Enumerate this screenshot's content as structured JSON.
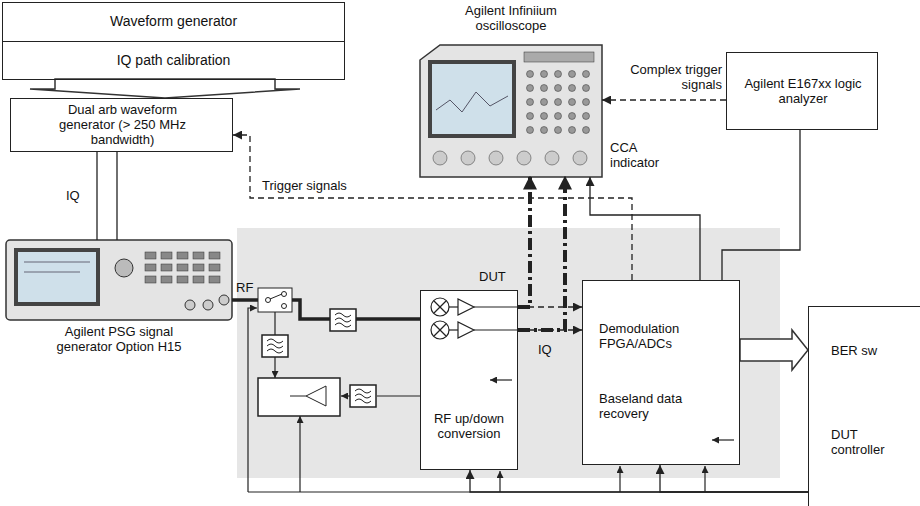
{
  "diagram": {
    "nodes": [
      {
        "text": [
          "Waveform generator"
        ]
      },
      {
        "text": [
          "IQ path calibration"
        ],
        "in": 0
      },
      {
        "text": [
          "Dual arb waveform generator (> 250 MHz bandwidth)"
        ]
      },
      {
        "text": [
          "Agilent PSG signal generator Option H15"
        ]
      },
      {
        "text": [
          "Agilent Infiniium oscilloscope"
        ]
      },
      {
        "text": [
          "Agilent E167xx logic analyzer"
        ]
      },
      {
        "text": [
          "DUT",
          "RF up/down conversion"
        ]
      },
      {
        "text": [
          "Demodulation FPGA/ADCs",
          "Baseland data recovery"
        ]
      },
      {
        "text": [
          "BER sw",
          "DUT controller"
        ]
      }
    ],
    "edges": [
      {
        "from": 1,
        "to": 2,
        "arrow": "to"
      },
      {
        "from": 2,
        "to": 3,
        "label": "IQ",
        "arrow": "none"
      },
      {
        "from": 7,
        "to": 2,
        "label": "Trigger signals",
        "arrow": "to"
      },
      {
        "from": 5,
        "to": 4,
        "label": "Complex trigger signals",
        "arrow": "to"
      },
      {
        "from": 7,
        "to": 4,
        "label": "CCA indicator",
        "arrow": "to"
      },
      {
        "from": 6,
        "to": 4,
        "arrow": "to"
      },
      {
        "from": 6,
        "to": 4,
        "arrow": "to"
      },
      {
        "from": 6,
        "to": 7,
        "label": "IQ",
        "arrow": "to"
      },
      {
        "from": 6,
        "to": 7,
        "arrow": "to"
      },
      {
        "from": 7,
        "to": 5,
        "arrow": "none"
      },
      {
        "from": 3,
        "to": 6,
        "label": "RF",
        "arrow": "none"
      },
      {
        "from": 8,
        "to": 6,
        "arrow": "to"
      },
      {
        "from": 8,
        "to": 7,
        "arrow": "to"
      },
      {
        "from": 7,
        "to": 8,
        "arrow": "to"
      }
    ]
  }
}
